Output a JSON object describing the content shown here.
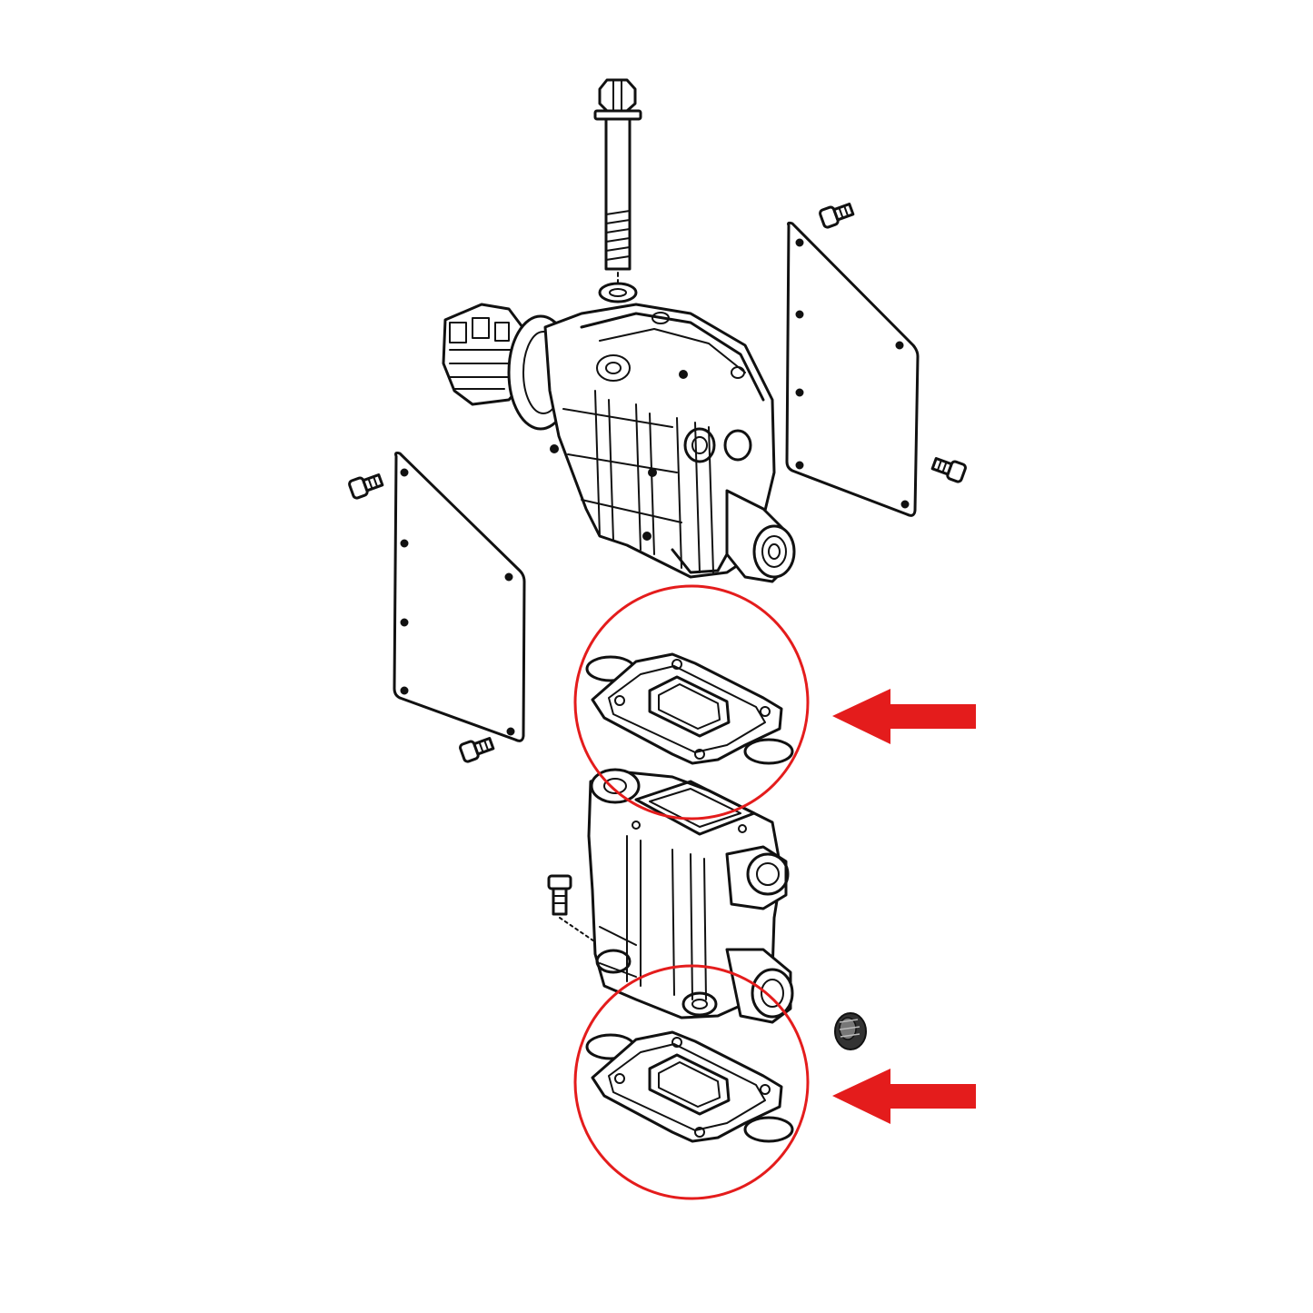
{
  "diagram": {
    "kind": "exploded-parts-view",
    "background": "#ffffff",
    "line_color": "#111111",
    "highlight_color": "#e41c1c",
    "parts": [
      {
        "name": "long-bolt-icon"
      },
      {
        "name": "washer-icon"
      },
      {
        "name": "elbow-housing-icon"
      },
      {
        "name": "right-cover-plate-icon"
      },
      {
        "name": "left-cover-plate-icon"
      },
      {
        "name": "screw-icon"
      },
      {
        "name": "upper-gasket-icon"
      },
      {
        "name": "riser-block-icon"
      },
      {
        "name": "drain-plug-icon"
      },
      {
        "name": "lower-gasket-icon"
      }
    ],
    "highlights": [
      {
        "target": "upper-gasket",
        "marker": "circle",
        "pointer": "left-arrow"
      },
      {
        "target": "lower-gasket",
        "marker": "circle",
        "pointer": "left-arrow"
      }
    ]
  }
}
